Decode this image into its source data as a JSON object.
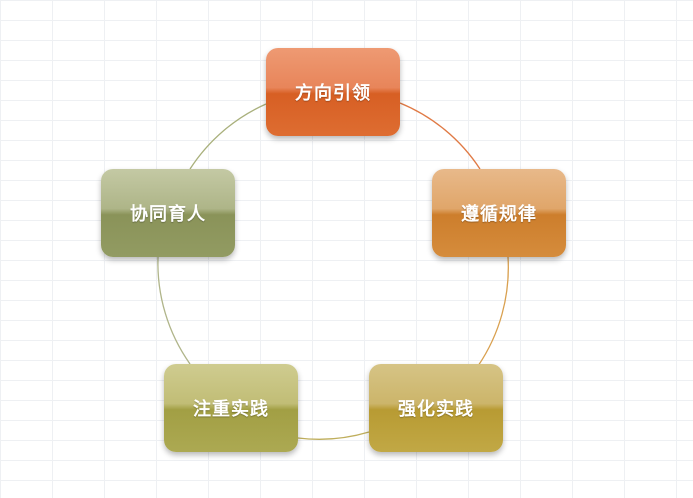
{
  "diagram": {
    "type": "cycle",
    "nodes": [
      {
        "id": "node-1",
        "label": "方向引领"
      },
      {
        "id": "node-2",
        "label": "遵循规律"
      },
      {
        "id": "node-3",
        "label": "强化实践"
      },
      {
        "id": "node-4",
        "label": "注重实践"
      },
      {
        "id": "node-5",
        "label": "协同育人"
      }
    ],
    "colors": {
      "node_1": "#e2703a",
      "node_2": "#d9933f",
      "node_3": "#c3a94a",
      "node_4": "#aeac57",
      "node_5": "#969f69",
      "connector_1_2": "#e07a45",
      "connector_2_3": "#d9a04f",
      "connector_3_4": "#bfae5c",
      "connector_4_5": "#b0b58a",
      "connector_5_1": "#a9b07c"
    }
  }
}
